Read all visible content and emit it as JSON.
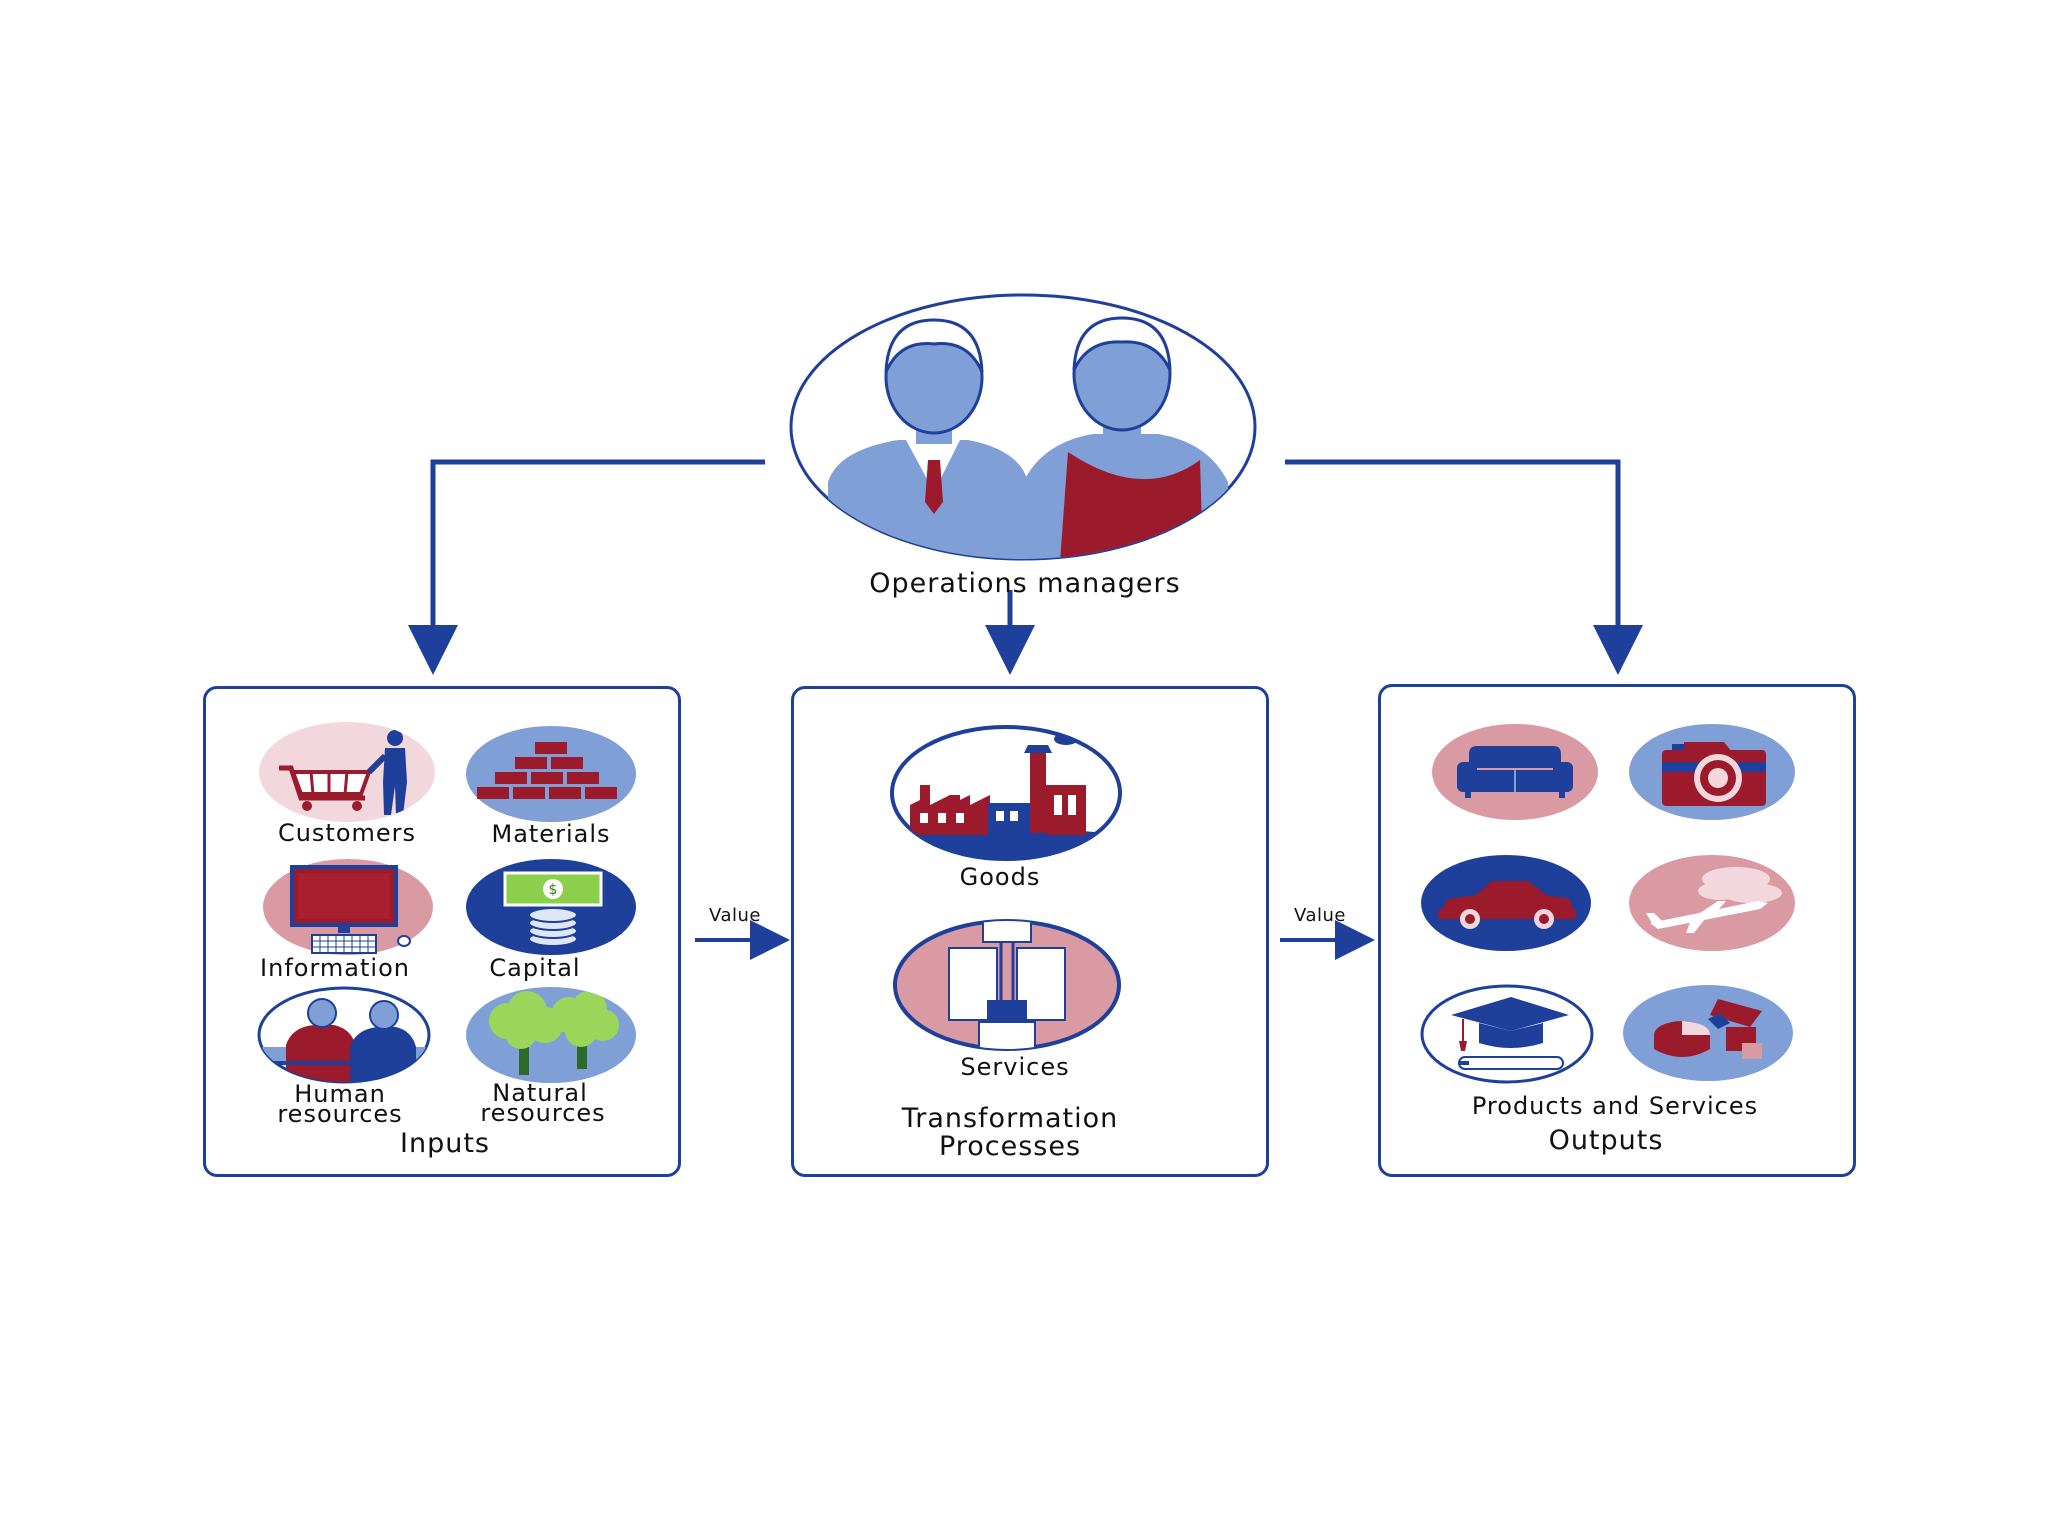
{
  "colors": {
    "navy": "#1e3f9a",
    "periwinkle": "#7f9fd6",
    "crimson": "#9b1a2c",
    "rose": "#d99aa3",
    "pink_light": "#f2d7dc"
  },
  "managers": {
    "label": "Operations managers"
  },
  "value_arrows": {
    "left_label": "Value",
    "right_label": "Value"
  },
  "inputs": {
    "title": "Inputs",
    "items": [
      {
        "icon": "shopping-cart-icon",
        "label": "Customers"
      },
      {
        "icon": "bricks-icon",
        "label": "Materials"
      },
      {
        "icon": "computer-icon",
        "label": "Information"
      },
      {
        "icon": "money-icon",
        "label": "Capital"
      },
      {
        "icon": "people-icon",
        "label_line1": "Human",
        "label_line2": "resources"
      },
      {
        "icon": "trees-icon",
        "label_line1": "Natural",
        "label_line2": "resources"
      }
    ]
  },
  "transformation": {
    "title_line1": "Transformation",
    "title_line2": "Processes",
    "items": [
      {
        "icon": "factory-icon",
        "label": "Goods"
      },
      {
        "icon": "elevator-icon",
        "label": "Services"
      }
    ]
  },
  "outputs": {
    "title": "Outputs",
    "subtitle": "Products and Services",
    "items": [
      {
        "icon": "sofa-icon"
      },
      {
        "icon": "camera-icon"
      },
      {
        "icon": "car-icon"
      },
      {
        "icon": "airplane-icon"
      },
      {
        "icon": "graduation-cap-icon"
      },
      {
        "icon": "food-icon"
      }
    ]
  }
}
